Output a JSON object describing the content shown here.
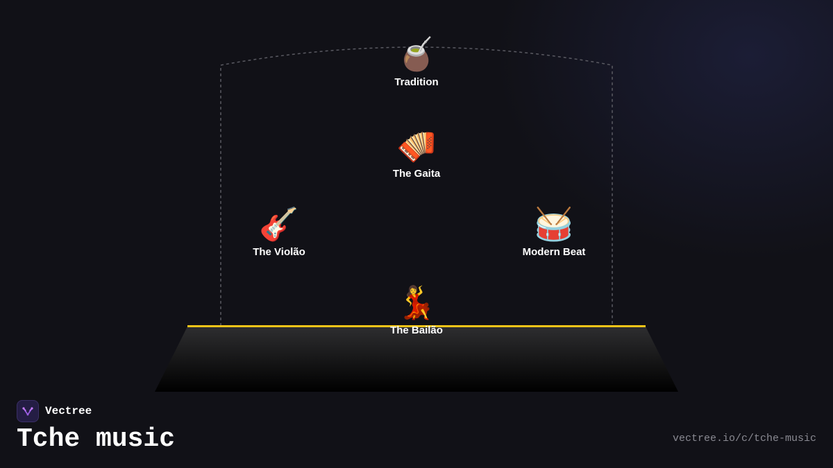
{
  "diagram": {
    "nodes": [
      {
        "id": "tradition",
        "icon": "mate-gourd-icon",
        "emoji": "🧉",
        "label": "Tradition"
      },
      {
        "id": "gaita",
        "icon": "accordion-icon",
        "emoji": "🪗",
        "label": "The Gaita"
      },
      {
        "id": "violao",
        "icon": "guitar-icon",
        "emoji": "🎸",
        "label": "The Violão"
      },
      {
        "id": "modern-beat",
        "icon": "drum-icon",
        "emoji": "🥁",
        "label": "Modern Beat"
      },
      {
        "id": "bailao",
        "icon": "dancer-icon",
        "emoji": "💃",
        "label": "The Bailão"
      }
    ]
  },
  "footer": {
    "brand_name": "Vectree",
    "title": "Tche music",
    "url": "vectree.io/c/tche-music"
  },
  "colors": {
    "background": "#111117",
    "stage_edge": "#f5c518",
    "arc": "#5a5a62"
  }
}
